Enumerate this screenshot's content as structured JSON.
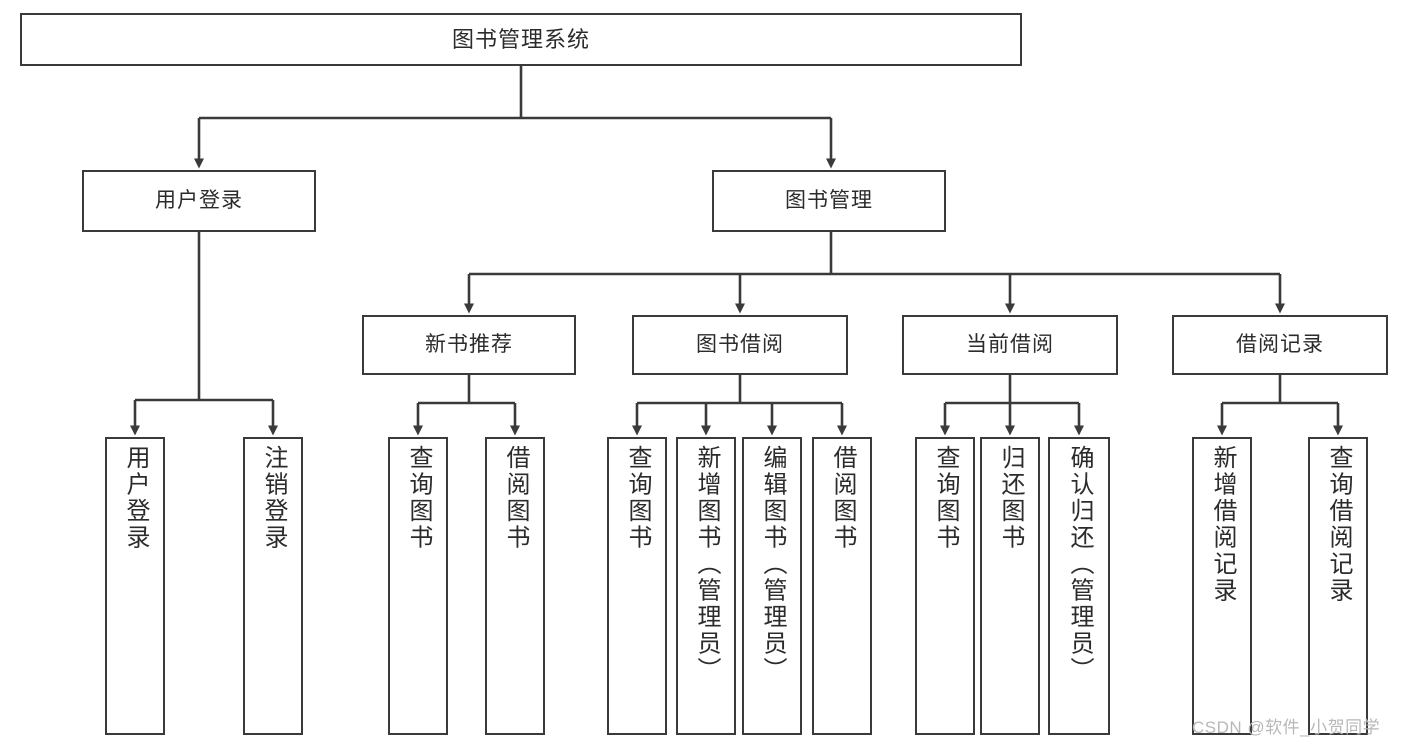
{
  "diagram": {
    "type": "tree-hierarchy",
    "title": "图书管理系统",
    "root": {
      "label": "图书管理系统"
    },
    "level2": [
      {
        "label": "用户登录"
      },
      {
        "label": "图书管理"
      }
    ],
    "level3": [
      {
        "label": "新书推荐"
      },
      {
        "label": "图书借阅"
      },
      {
        "label": "当前借阅"
      },
      {
        "label": "借阅记录"
      }
    ],
    "leaves": {
      "user_login": [
        {
          "label": "用户登录"
        },
        {
          "label": "注销登录"
        }
      ],
      "new_book_recommend": [
        {
          "label": "查询图书"
        },
        {
          "label": "借阅图书"
        }
      ],
      "book_borrow": [
        {
          "label": "查询图书"
        },
        {
          "label": "新增图书（管理员）"
        },
        {
          "label": "编辑图书（管理员）"
        },
        {
          "label": "借阅图书"
        }
      ],
      "current_borrow": [
        {
          "label": "查询图书"
        },
        {
          "label": "归还图书"
        },
        {
          "label": "确认归还（管理员）"
        }
      ],
      "borrow_record": [
        {
          "label": "新增借阅记录"
        },
        {
          "label": "查询借阅记录"
        }
      ]
    }
  },
  "watermark": {
    "text": "CSDN @软件_小贺同学"
  },
  "colors": {
    "stroke": "#3a3a3a",
    "text": "#2b2b2b",
    "background": "#ffffff",
    "watermark": "#b8b8b8"
  }
}
